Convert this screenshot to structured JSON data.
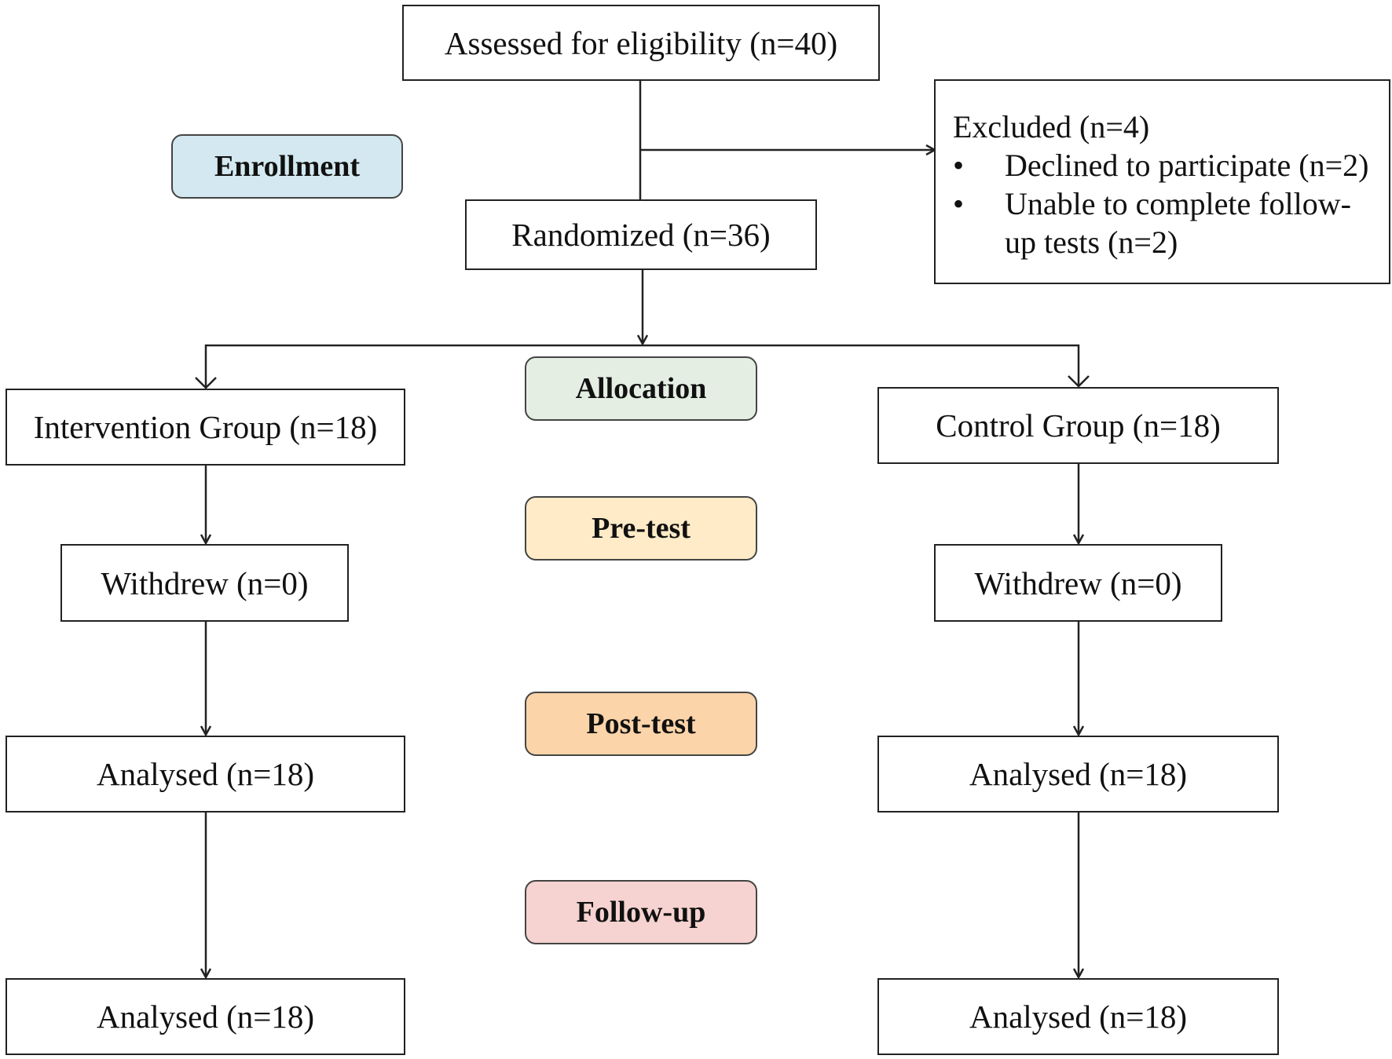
{
  "colors": {
    "enrollment": "#d3e8f0",
    "allocation": "#e4eee3",
    "pretest": "#ffebc7",
    "posttest": "#fbd4a9",
    "followup": "#f6d3d0",
    "line": "#222222"
  },
  "stages": {
    "enrollment": "Enrollment",
    "allocation": "Allocation",
    "pretest": "Pre-test",
    "posttest": "Post-test",
    "followup": "Follow-up"
  },
  "top": {
    "assessed": "Assessed for eligibility (n=40)",
    "randomized": "Randomized (n=36)"
  },
  "excluded": {
    "title": "Excluded (n=4)",
    "bullet": "•",
    "items": [
      "Declined to participate (n=2)",
      "Unable to complete follow-",
      "up tests (n=2)"
    ]
  },
  "intervention": {
    "group": "Intervention Group (n=18)",
    "withdrew": "Withdrew (n=0)",
    "analysed_post": "Analysed (n=18)",
    "analysed_follow": "Analysed (n=18)"
  },
  "control": {
    "group": "Control Group (n=18)",
    "withdrew": "Withdrew (n=0)",
    "analysed_post": "Analysed (n=18)",
    "analysed_follow": "Analysed (n=18)"
  }
}
